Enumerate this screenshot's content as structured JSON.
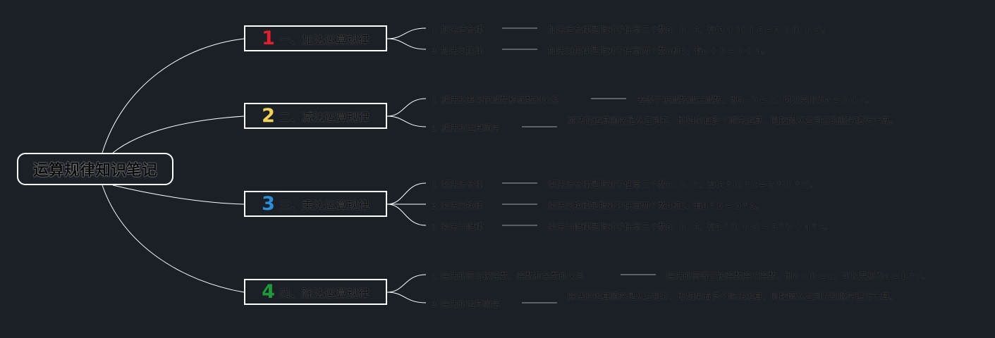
{
  "root": {
    "title": "运算规律知识笔记"
  },
  "colors": {
    "line": "#ffffff",
    "background": "#1b2027",
    "num1": "#e0202c",
    "num2": "#f2d25a",
    "num3": "#2a8fd6",
    "num4": "#1f9a3a"
  },
  "branches": [
    {
      "num": "1",
      "label": "一、加法运算规律",
      "leaves": [
        {
          "no": "1.",
          "label": "加法结合律",
          "desc": "加法结合律是指对于任意三个数a、b、c，有(a + b) + c = a + (b + c)。"
        },
        {
          "no": "2.",
          "label": "加法交换律",
          "desc": "加法交换律是指对于任意两个数a和b，有a + b = b + a。"
        }
      ]
    },
    {
      "num": "2",
      "label": "二、减法运算规律",
      "leaves": [
        {
          "no": "1.",
          "label": "减法的差与被减数和减数的关系",
          "desc": "差等于被减数减去减数，即a - b = c，可以变形为a = b + c。"
        },
        {
          "no": "2.",
          "label": "减法的运算顺序",
          "desc": "减法的运算顺序是从左到右，即如果有多个减法运算，则按照从左到右的顺序进行计算。"
        }
      ]
    },
    {
      "num": "3",
      "label": "三、乘法运算规律",
      "leaves": [
        {
          "no": "1.",
          "label": "乘法结合律",
          "desc": "乘法结合律是指对于任意三个数a、b、c，有(a * b) * c = a * (b * c)。"
        },
        {
          "no": "2.",
          "label": "乘法交换律",
          "desc": "乘法交换律是指对于任意两个数a和b，有a * b = b * a。"
        },
        {
          "no": "3.",
          "label": "乘法分配律",
          "desc": "乘法分配律是指对于任意三个数a、b、c，有a * (b + c) = a * b + a * c。"
        }
      ]
    },
    {
      "num": "4",
      "label": "四、除法运算规律",
      "leaves": [
        {
          "no": "1.",
          "label": "除法的商与被除数、除数和余数的关系",
          "desc": "除法的商等于被除数除以除数，即a ÷ b = c，可以变形为a = b * c。"
        },
        {
          "no": "2.",
          "label": "除法的运算顺序",
          "desc": "除法的运算顺序是从左到右，即如果有多个除法运算，则按照从左到右的顺序进行计算。"
        }
      ]
    }
  ]
}
